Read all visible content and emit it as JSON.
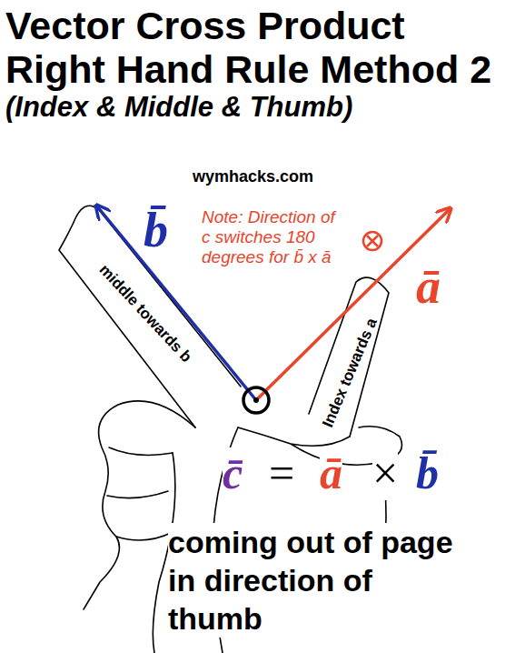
{
  "diagram": {
    "title": "Vector Cross Product Right Hand Rule Method 2",
    "labels": [
      "(Index & Middle & Thumb)",
      "wymhacks.com",
      "b̄",
      "Note: Direction of c switches 180 degrees for b̄ x ā",
      "ā",
      "middle towards b",
      "Index towards a",
      "c̄",
      "=",
      "ā",
      "×",
      "b̄",
      "coming out of page in direction of thumb"
    ]
  }
}
